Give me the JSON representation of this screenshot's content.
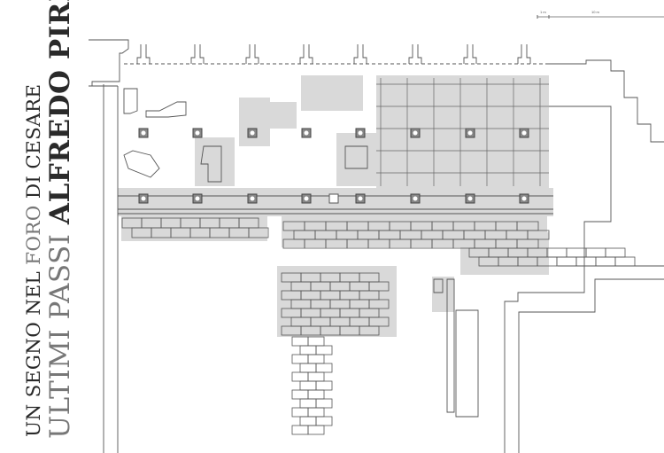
{
  "title": {
    "line1": {
      "part1": "UN SEGNO NEL",
      "part2": "FORO",
      "part3": "DI CESARE"
    },
    "line2": {
      "part1": "ULTIMI PASSI",
      "part2": "ALFREDO PIRRI"
    }
  },
  "scale_bar": {
    "label_small": "1 m",
    "label_large": "10 m"
  },
  "colors": {
    "shading": "#d6d6d6",
    "lines": "#555555",
    "text_dark": "#2a2a2a",
    "text_grey": "#777777"
  }
}
